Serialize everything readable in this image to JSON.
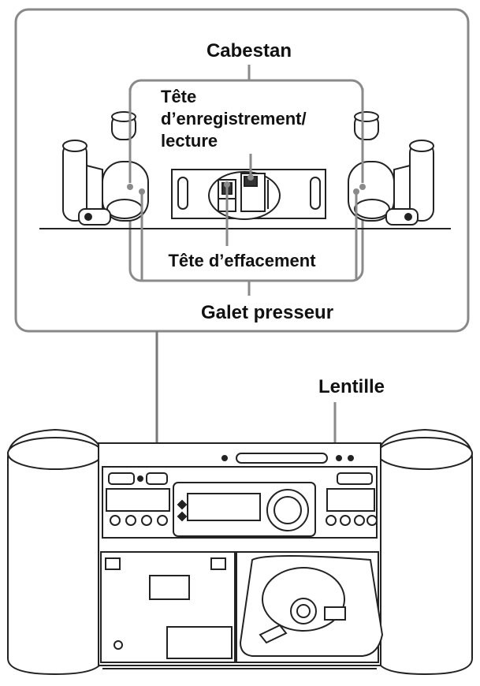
{
  "labels": {
    "capstan": "Cabestan",
    "record_head_line1": "Tête",
    "record_head_line2": "d’enregistrement/",
    "record_head_line3": "lecture",
    "erase_head": "Tête d’effacement",
    "pinch_roller": "Galet presseur",
    "lens": "Lentille"
  },
  "colors": {
    "callout_line": "#8a8a8a",
    "outline": "#2a2a2a",
    "background": "#ffffff"
  }
}
